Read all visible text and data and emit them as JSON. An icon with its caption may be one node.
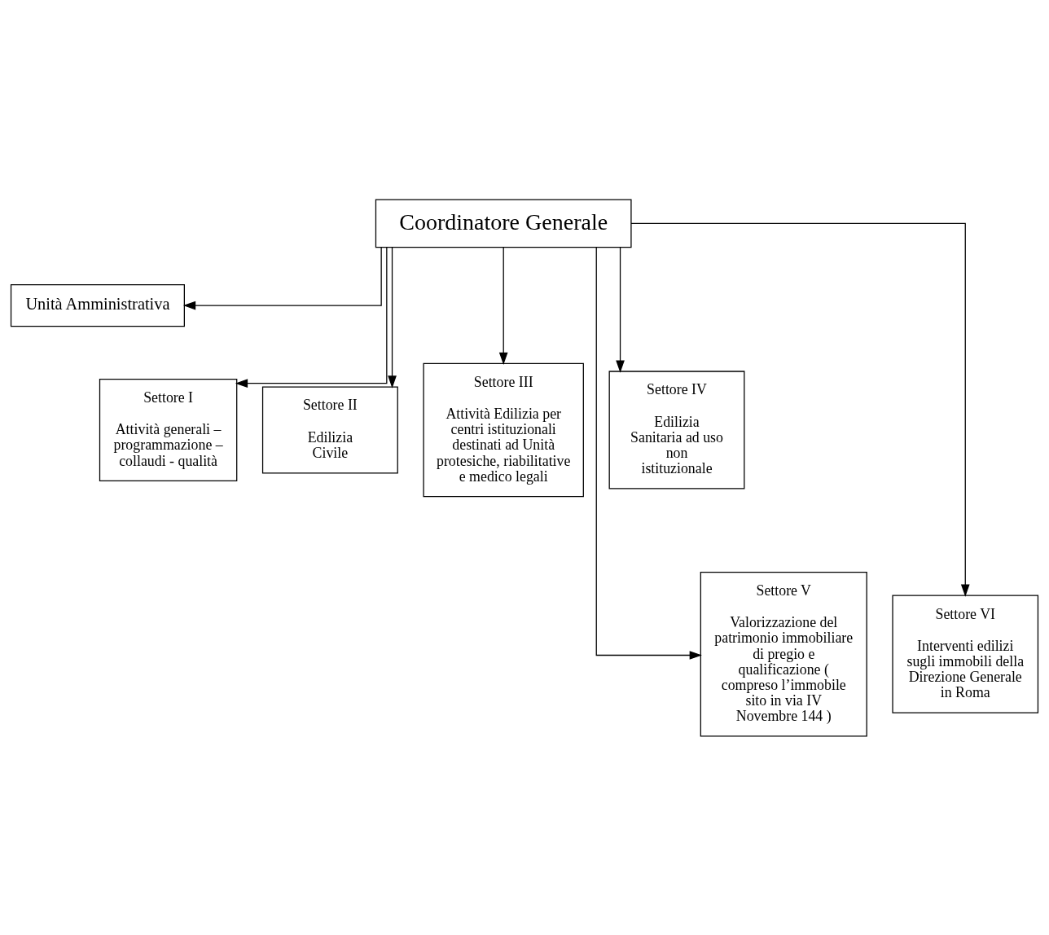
{
  "diagram": {
    "nodes": [
      {
        "text": [
          "Coordinatore Generale"
        ]
      },
      {
        "text": [
          "Unità Amministrativa"
        ]
      },
      {
        "text": [
          "Settore I",
          "Attività generali – programmazione – collaudi - qualità"
        ]
      },
      {
        "text": [
          "Settore II",
          "Edilizia Civile"
        ]
      },
      {
        "text": [
          "Settore III",
          "Attività Edilizia per centri istituzionali destinati ad Unità protesiche, riabilitative e medico legali"
        ]
      },
      {
        "text": [
          "Settore IV",
          "Edilizia Sanitaria ad uso non istituzionale"
        ]
      },
      {
        "text": [
          "Settore V",
          "Valorizzazione del patrimonio immobiliare di pregio e qualificazione ( compreso l’immobile sito in via IV Novembre 144 )"
        ]
      },
      {
        "text": [
          "Settore VI",
          "Interventi edilizi sugli immobili della Direzione Generale in Roma"
        ]
      }
    ],
    "edges": [
      {
        "from": 0,
        "to": 1,
        "arrow": "to"
      },
      {
        "from": 0,
        "to": 2,
        "arrow": "to"
      },
      {
        "from": 0,
        "to": 3,
        "arrow": "to"
      },
      {
        "from": 0,
        "to": 4,
        "arrow": "to"
      },
      {
        "from": 0,
        "to": 5,
        "arrow": "to"
      },
      {
        "from": 0,
        "to": 6,
        "arrow": "to"
      },
      {
        "from": 0,
        "to": 7,
        "arrow": "to"
      }
    ]
  }
}
